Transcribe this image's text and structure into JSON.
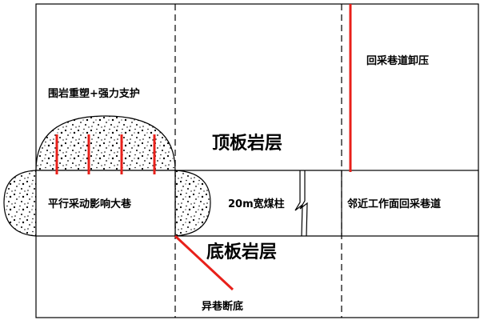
{
  "labels": {
    "surrounding_rock_support": "围岩重塑+强力支护",
    "roof_strata": "顶板岩层",
    "floor_strata": "底板岩层",
    "large_roadway": "平行采动影响大巷",
    "coal_pillar": "20m宽煤柱",
    "adjacent_roadway": "邻近工作面回采巷道",
    "retreat_unloading": "回采巷道卸压",
    "floor_heave": "异巷断底"
  },
  "colors": {
    "line": "#000000",
    "red": "#e8201a",
    "speckle_fill": "#ffffff",
    "speckle_dot": "#000000"
  }
}
